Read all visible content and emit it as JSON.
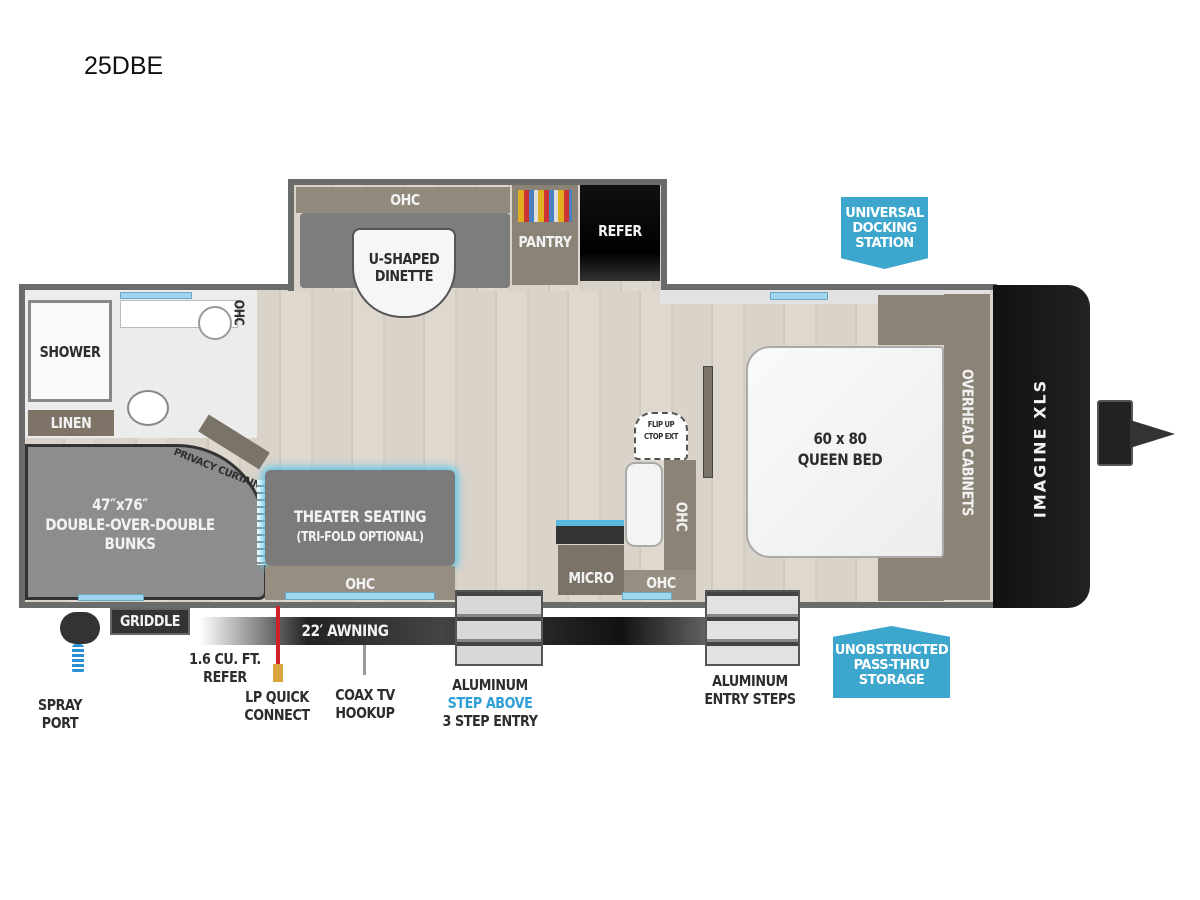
{
  "model": "25DBE",
  "rooms": {
    "ohc_dinette": "OHC",
    "dinette": "U-SHAPED DINETTE",
    "pantry": "PANTRY",
    "refer": "REFER",
    "ohc_bath": "OHC",
    "shower": "SHOWER",
    "linen": "LINEN",
    "privacy_curtains": "PRIVACY CURTAINS",
    "bunks_size": "47″x76″",
    "bunks": "DOUBLE-OVER-DOUBLE BUNKS",
    "theater": "THEATER SEATING",
    "theater_note": "(TRI-FOLD OPTIONAL)",
    "ohc_theater": "OHC",
    "flip_up_1": "FLIP UP",
    "flip_up_2": "CTOP EXT",
    "ohc_kitchen_side": "OHC",
    "micro": "MICRO",
    "ohc_kitchen": "OHC",
    "bed_size": "60 x 80",
    "bed": "QUEEN BED",
    "overhead_cabinets": "OVERHEAD CABINETS",
    "brand_logo": "IMAGINE XLS"
  },
  "exterior": {
    "griddle": "GRIDDLE",
    "awning": "22′ AWNING",
    "refer_small_1": "1.6 CU. FT.",
    "refer_small_2": "REFER",
    "spray_1": "SPRAY",
    "spray_2": "PORT",
    "lp_1": "LP QUICK",
    "lp_2": "CONNECT",
    "coax_1": "COAX TV",
    "coax_2": "HOOKUP",
    "step_1": "ALUMINUM",
    "step_2": "STEP ABOVE",
    "step_3": "3 STEP ENTRY",
    "entry_1": "ALUMINUM",
    "entry_2": "ENTRY STEPS"
  },
  "callouts": {
    "docking_1": "UNIVERSAL",
    "docking_2": "DOCKING",
    "docking_3": "STATION",
    "storage_1": "UNOBSTRUCTED",
    "storage_2": "PASS-THRU",
    "storage_3": "STORAGE"
  },
  "colors": {
    "accent": "#3da6cc",
    "lp_line": "#d0202a"
  }
}
